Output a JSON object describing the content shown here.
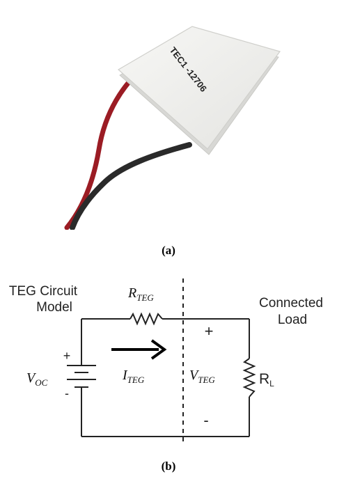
{
  "figure": {
    "panel_a": {
      "module_label": "TEC1 -12706",
      "caption": "(a)"
    },
    "panel_b": {
      "caption": "(b)",
      "left_title_line1": "TEG Circuit",
      "left_title_line2": "Model",
      "right_title_line1": "Connected",
      "right_title_line2": "Load",
      "r_teg_main": "R",
      "r_teg_sub": "TEG",
      "v_oc_main": "V",
      "v_oc_sub": "OC",
      "i_teg_main": "I",
      "i_teg_sub": "TEG",
      "v_teg_main": "V",
      "v_teg_sub": "TEG",
      "r_load_main": "R",
      "r_load_sub": "L",
      "plus_battery": "+",
      "minus_battery": "-",
      "plus_load": "+",
      "minus_load": "-"
    }
  }
}
